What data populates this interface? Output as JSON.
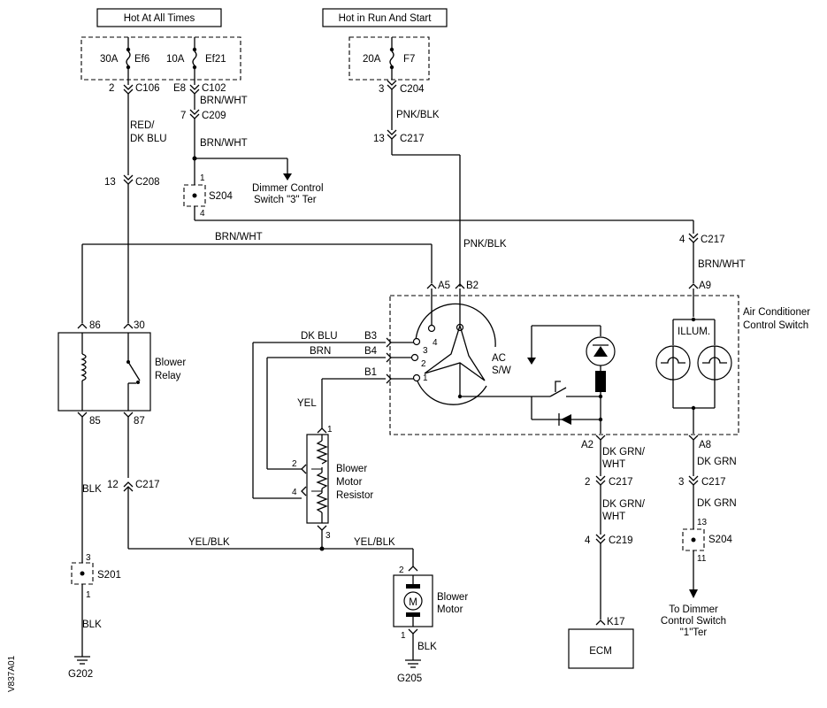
{
  "sources": {
    "hot_at_all_times": "Hot At All Times",
    "hot_in_run_start": "Hot in Run And Start"
  },
  "fuses": {
    "ef6_rating": "30A",
    "ef6_name": "Ef6",
    "ef21_rating": "10A",
    "ef21_name": "Ef21",
    "f7_rating": "20A",
    "f7_name": "F7"
  },
  "connectors": {
    "c106_pin": "2",
    "c106": "C106",
    "c102_pin": "E8",
    "c102": "C102",
    "c209_pin": "7",
    "c209": "C209",
    "c204_pin": "3",
    "c204": "C204",
    "c217_top_pin": "13",
    "c217_top": "C217",
    "c208_pin": "13",
    "c208": "C208",
    "c217_right_pin": "4",
    "c217_right": "C217",
    "c217_left_pin": "12",
    "c217_left": "C217",
    "c217_a2_pin": "2",
    "c217_a2": "C217",
    "c219_pin": "4",
    "c219": "C219",
    "c217_a8_pin": "3",
    "c217_a8": "C217",
    "k17": "K17"
  },
  "wires": {
    "red_dk_blu_1": "RED/",
    "red_dk_blu_2": "DK BLU",
    "brn_wht_1": "BRN/WHT",
    "brn_wht_2": "BRN/WHT",
    "brn_wht_3": "BRN/WHT",
    "brn_wht_4": "BRN/WHT",
    "pnk_blk_1": "PNK/BLK",
    "pnk_blk_2": "PNK/BLK",
    "dk_blu": "DK BLU",
    "brn": "BRN",
    "yel": "YEL",
    "yel_blk_1": "YEL/BLK",
    "yel_blk_2": "YEL/BLK",
    "blk_1": "BLK",
    "blk_2": "BLK",
    "blk_3": "BLK",
    "dk_grn_wht_1a": "DK GRN/",
    "dk_grn_wht_1b": "WHT",
    "dk_grn_wht_2a": "DK GRN/",
    "dk_grn_wht_2b": "WHT",
    "dk_grn_1": "DK GRN",
    "dk_grn_2": "DK GRN"
  },
  "splices": {
    "s204_top": "S204",
    "s204_top_pin_in": "1",
    "s204_top_pin_out": "4",
    "s201": "S201",
    "s201_pin_in": "3",
    "s201_pin_out": "1",
    "s204_right": "S204",
    "s204_right_pin_in": "13",
    "s204_right_pin_out": "11"
  },
  "components": {
    "dimmer_top_1": "Dimmer Control",
    "dimmer_top_2": "Switch \"3\" Ter",
    "blower_relay_1": "Blower",
    "blower_relay_2": "Relay",
    "relay_pin_86": "86",
    "relay_pin_30": "30",
    "relay_pin_85": "85",
    "relay_pin_87": "87",
    "resistor_1": "Blower",
    "resistor_2": "Motor",
    "resistor_3": "Resistor",
    "resistor_pin_1": "1",
    "resistor_pin_2": "2",
    "resistor_pin_3": "3",
    "resistor_pin_4": "4",
    "motor_symbol": "M",
    "blower_motor_1": "Blower",
    "blower_motor_2": "Motor",
    "motor_pin_2": "2",
    "motor_pin_1": "1",
    "ac_switch_1": "Air Conditioner",
    "ac_switch_2": "Control Switch",
    "ac_sw_1": "AC",
    "ac_sw_2": "S/W",
    "illum": "ILLUM.",
    "pin_a5": "A5",
    "pin_b2": "B2",
    "pin_a9": "A9",
    "pin_b3": "B3",
    "pin_b4": "B4",
    "pin_b1": "B1",
    "pin_a2": "A2",
    "pin_a8": "A8",
    "sw_pos_4": "4",
    "sw_pos_3": "3",
    "sw_pos_2": "2",
    "sw_pos_1": "1",
    "ecm": "ECM",
    "dimmer_bottom_1": "To Dimmer",
    "dimmer_bottom_2": "Control Switch",
    "dimmer_bottom_3": "\"1\"Ter"
  },
  "grounds": {
    "g202": "G202",
    "g205": "G205"
  },
  "figure_id": "V837A01"
}
